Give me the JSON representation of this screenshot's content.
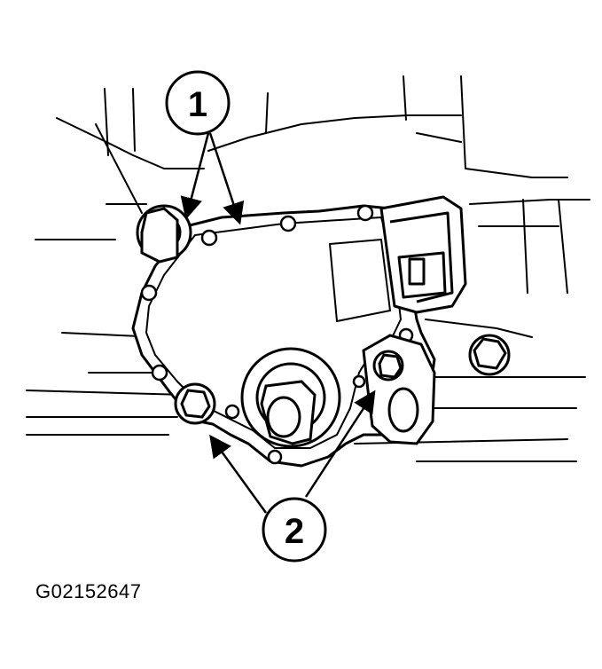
{
  "callouts": [
    {
      "label": "1"
    },
    {
      "label": "2"
    }
  ],
  "figure_id": "G02152647",
  "colors": {
    "ink": "#000000",
    "paper": "#ffffff"
  }
}
